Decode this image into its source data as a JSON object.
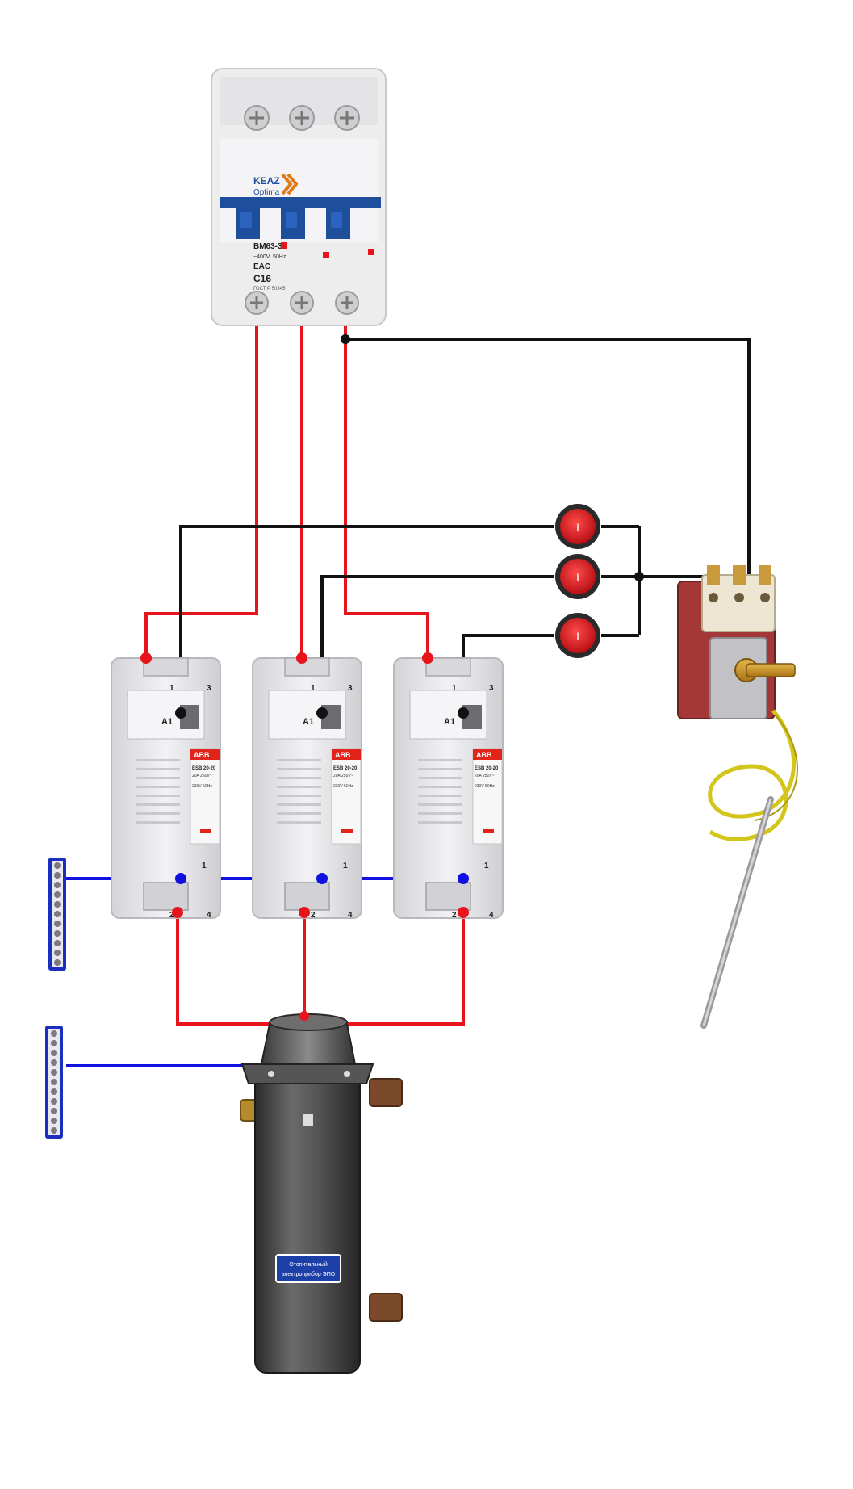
{
  "colors": {
    "phase_wire": "#e8141c",
    "control_wire": "#111111",
    "neutral_wire": "#1010e0",
    "breaker_accent": "#1f4e9c",
    "indicator_lamp": "#e31b23",
    "module_body": "#e8e8ea",
    "abb_label": "#e2231a",
    "heater_body": "#4a4a4a",
    "terminal_bar": "#1a2fbf"
  },
  "breaker": {
    "brand": "KEAZ",
    "series": "Optima",
    "model": "BM63-3",
    "voltage": "~400V",
    "frequency": "50Hz",
    "mark": "EAC",
    "rating": "C16",
    "standard": "ГОСТ Р 50345"
  },
  "contactors": [
    {
      "brand": "ABB",
      "model": "ESB 20-20",
      "rating": "20A 250V~",
      "coil": "230V 50Hz",
      "terminals": {
        "top_left": "1",
        "top_right": "3",
        "coil": "A1",
        "bottom_label": "1",
        "bottom_left": "2",
        "bottom_right": "4"
      }
    },
    {
      "brand": "ABB",
      "model": "ESB 20-20",
      "rating": "20A 250V~",
      "coil": "230V 50Hz",
      "terminals": {
        "top_left": "1",
        "top_right": "3",
        "coil": "A1",
        "bottom_label": "1",
        "bottom_left": "2",
        "bottom_right": "4"
      }
    },
    {
      "brand": "ABB",
      "model": "ESB 20-20",
      "rating": "20A 250V~",
      "coil": "230V 50Hz",
      "terminals": {
        "top_left": "1",
        "top_right": "3",
        "coil": "A1",
        "bottom_label": "1",
        "bottom_left": "2",
        "bottom_right": "4"
      }
    }
  ],
  "switches": [
    {
      "icon": "rocker-switch-icon",
      "symbol": "I"
    },
    {
      "icon": "rocker-switch-icon",
      "symbol": "I"
    },
    {
      "icon": "rocker-switch-icon",
      "symbol": "I"
    }
  ],
  "thermostat": {
    "icon": "capillary-thermostat-icon"
  },
  "terminal_bars": [
    {
      "icon": "neutral-terminal-bar-icon"
    },
    {
      "icon": "neutral-terminal-bar-icon"
    }
  ],
  "heater": {
    "icon": "electrode-boiler-icon",
    "plate_line1": "Отопительный",
    "plate_line2": "электроприбор ЭПО"
  }
}
